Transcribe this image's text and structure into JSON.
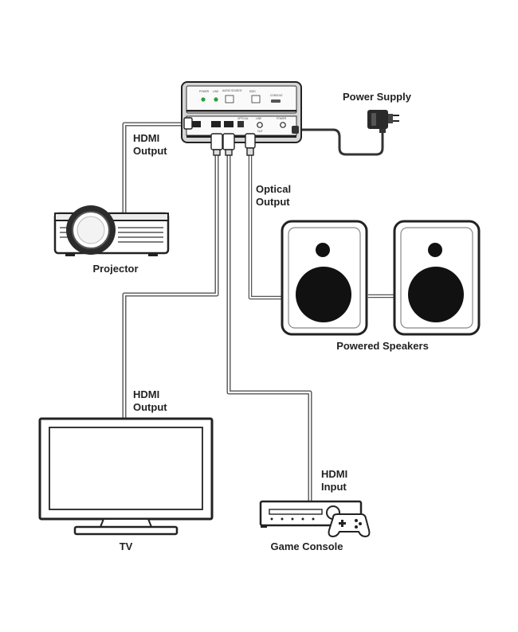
{
  "labels": {
    "power_supply": "Power Supply",
    "projector_output": [
      "HDMI",
      "Output"
    ],
    "projector": "Projector",
    "optical_output": [
      "Optical",
      "Output"
    ],
    "powered_speakers": "Powered Speakers",
    "tv_output": [
      "HDMI",
      "Output"
    ],
    "tv": "TV",
    "console_input": [
      "HDMI",
      "Input"
    ],
    "game_console": "Game Console"
  },
  "device_panel": {
    "top_labels": [
      "POWER",
      "LINK",
      "AUDIO SOURCE",
      "EDID",
      "CONSOLE"
    ],
    "bottom_labels": [
      "OPTICAL",
      "LINE",
      "POWER",
      "OUT"
    ]
  },
  "colors": {
    "cable": "#555555",
    "outline": "#222222",
    "device_gray": "#cfcfcf",
    "led_green": "#2e9e3a"
  }
}
